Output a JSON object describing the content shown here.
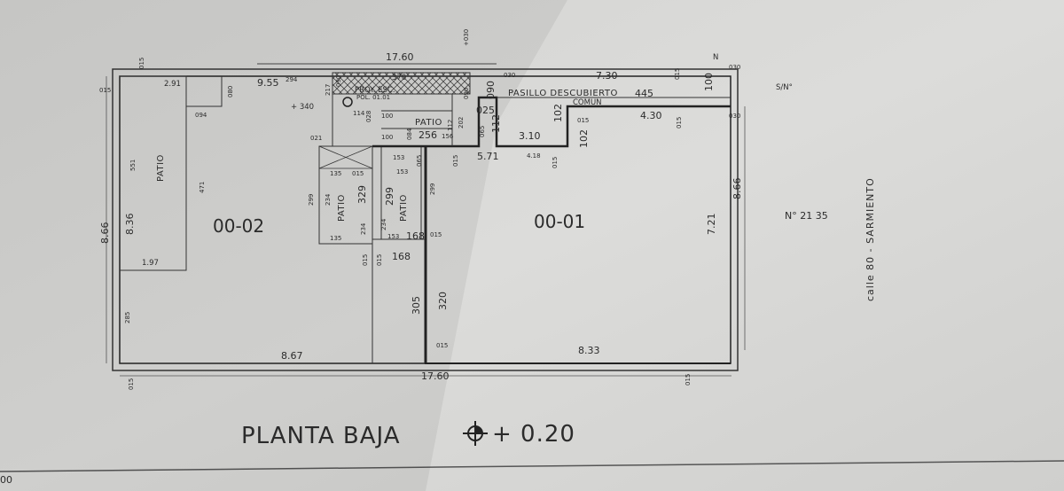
{
  "title": "PLANTA BAJA",
  "level": "+ 0.20",
  "units": {
    "u1": "00-01",
    "u2": "00-02"
  },
  "rooms": {
    "patio": "PATIO",
    "pasillo_line1": "PASILLO DESCUBIERTO",
    "pasillo_line2": "COMUN",
    "proy_line1": "PROY. ESC.",
    "proy_line2": "POL. 01.01"
  },
  "street": "calle 80 - SARMIENTO",
  "street_number": "N° 21 35",
  "sn": "S/N°",
  "north": "N",
  "edge_fragment": "00",
  "dims": {
    "top": "17.60",
    "bottom": "17.60",
    "left": "8.66",
    "right": "8.66",
    "d955": "9.55",
    "d294": "294",
    "d370": "370",
    "d030a": "+030",
    "d730": "7.30",
    "d445": "445",
    "d430": "4.30",
    "d571": "5.71",
    "d418": "4.18",
    "d310": "3.10",
    "d833": "8.33",
    "d867": "8.67",
    "d721": "7.21",
    "d836": "8.36",
    "d197": "1.97",
    "d285": "285",
    "d291": "2.91",
    "d094": "094",
    "d080": "080",
    "d551": "551",
    "d471": "471",
    "d340": "+ 340",
    "d021": "021",
    "d217": "217",
    "d090a": "090",
    "d114": "114",
    "d028": "028",
    "d100a": "100",
    "d256": "256",
    "d156": "156",
    "d084": "084",
    "d100b": "100",
    "d202": "202",
    "d090b": "090",
    "d090c": "090",
    "d025": "025",
    "d112a": "112",
    "d112b": "112",
    "d065a": "065",
    "d102a": "102",
    "d102b": "102",
    "d015": "015",
    "d030": "030",
    "d135a": "135",
    "d135b": "135",
    "d299a": "299",
    "d234a": "234",
    "d329": "329",
    "d234b": "234",
    "d234c": "234",
    "d299b": "299",
    "d153a": "153",
    "d153b": "153",
    "d153c": "153",
    "d065b": "065",
    "d168a": "168",
    "d168b": "168",
    "d299c": "299",
    "d305": "305",
    "d320": "320",
    "d100c": "100"
  }
}
